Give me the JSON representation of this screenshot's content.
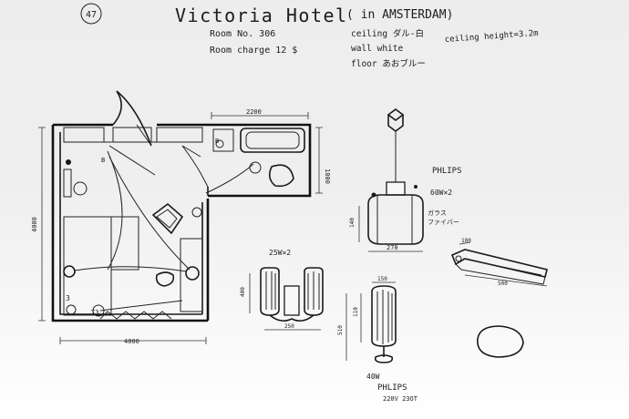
{
  "sheet": {
    "page_number": "47",
    "title": "Victoria Hotel",
    "location": "( in AMSTERDAM)",
    "room_no": "Room No. 306",
    "room_charge": "Room charge 12 $",
    "ceiling_note": "ceiling ダル-白",
    "wall_note": "wall white",
    "floor_note": "floor あおブルー",
    "ceiling_height": "ceiling height=3.2m"
  },
  "plan": {
    "width_bottom": "4000",
    "height_left": "4000",
    "bath_width": "2200",
    "bath_height": "1800",
    "label_b": "B",
    "label_3": "3",
    "label_b2": "B",
    "label_t3": "T3"
  },
  "pendant": {
    "brand": "PHLIPS",
    "wattage": "60W×2",
    "side_note_1": "ガラス",
    "side_note_2": "ファイバー",
    "width": "270",
    "height": "140"
  },
  "wall_lamp": {
    "wattage": "25W×2",
    "width": "250",
    "height": "400"
  },
  "floor_lamp": {
    "wattage": "40W",
    "brand": "PHLIPS",
    "note": "220V 23OT",
    "shade_width": "150",
    "height": "510",
    "shade_height": "110"
  },
  "strip_light": {
    "length": "500",
    "depth": "100"
  }
}
